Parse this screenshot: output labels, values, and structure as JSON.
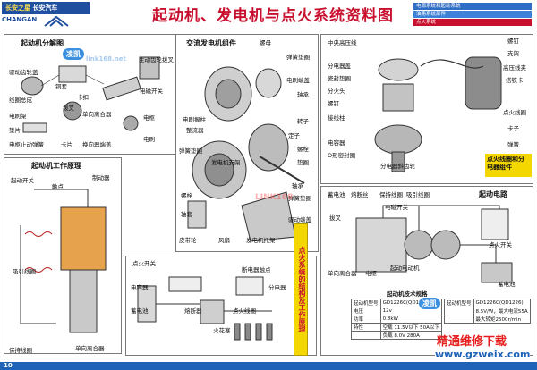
{
  "header": {
    "brand_top": "长安之星",
    "brand_top2": "长安汽车",
    "changan": "CHANGAN",
    "title": "起动机、发电机与点火系统资料图",
    "nav": [
      "电源系统和起动系统",
      "油路系统部件",
      "点火系统"
    ]
  },
  "panels": {
    "starter": "起动机分解图",
    "alternator": "交流发电机组件",
    "starter_work": "起动机工作原理",
    "ignition_work": "点火系统的结构及工作原理",
    "distributor": "点火线圈和分电器组件",
    "starter_circuit": "起动电路"
  },
  "starter_labels": [
    "驱动齿轮盖",
    "主动齿轮拨叉",
    "铜套",
    "线圈总成",
    "卡扣",
    "电刷架",
    "拨叉",
    "电磁开关",
    "单向离合器",
    "垫片",
    "电枢止动弹簧",
    "卡片",
    "换向器端盖",
    "电枢",
    "电刷"
  ],
  "alternator_labels": [
    "螺母",
    "弹簧垫圈",
    "电刷端盖",
    "轴承",
    "电刷握柱",
    "转子",
    "整流器",
    "定子",
    "弹簧垫圈",
    "螺栓",
    "垫圈",
    "轴承",
    "发电机支架",
    "螺栓",
    "轴套",
    "风扇",
    "皮带轮",
    "发电机托架",
    "弹簧垫圈",
    "驱动端盖"
  ],
  "starter_work_labels": [
    "起动开关",
    "触点",
    "制动器",
    "保持线圈",
    "吸引线圈",
    "单向离合器"
  ],
  "ignition_labels": [
    "点火开关",
    "断电器触点",
    "蓄电池",
    "点火线圈",
    "熔断器",
    "火花塞",
    "电容器",
    "分电器"
  ],
  "distributor_labels": [
    "中央高压线",
    "分电器盖",
    "瓷封垫圈",
    "分火头",
    "螺钉",
    "接线柱",
    "电容器",
    "O形密封圈",
    "分电器斜齿轮",
    "螺钉",
    "支架",
    "高压线夹",
    "搭铁卡",
    "点火线圈",
    "卡子",
    "弹簧"
  ],
  "starter_circuit_labels": [
    "蓄电池",
    "熔断丝",
    "保持线圈",
    "吸引线圈",
    "拔叉",
    "电磁开关",
    "单向离合器",
    "电枢",
    "起动电动机",
    "点火开关",
    "蓄电池"
  ],
  "table": {
    "title": "起动机技术规格",
    "headers": [
      "起动机型号",
      "GD1226C(QD1226)"
    ],
    "rows": [
      [
        "电压",
        "12v"
      ],
      [
        "功率",
        "0.8kW"
      ],
      [
        "特性",
        "空载 11.5V以下 50A以下"
      ],
      [
        "",
        "负载 8.0V 280A"
      ]
    ]
  },
  "table2": {
    "headers": [
      "起动机型号",
      "GD1226C(QD1226)"
    ],
    "rows": [
      [
        "",
        "8.5V/W，最大电流55A"
      ],
      [
        "",
        "最大转矩2500r/min"
      ]
    ]
  },
  "watermarks": [
    "link168.net",
    "凌凯",
    "凌凯",
    "LINK168",
    "www.gzweix.com",
    "精通维修下载"
  ],
  "footer": {
    "page": "10",
    "site": "www.gzweix.com",
    "site_title": "精通维修下载"
  }
}
